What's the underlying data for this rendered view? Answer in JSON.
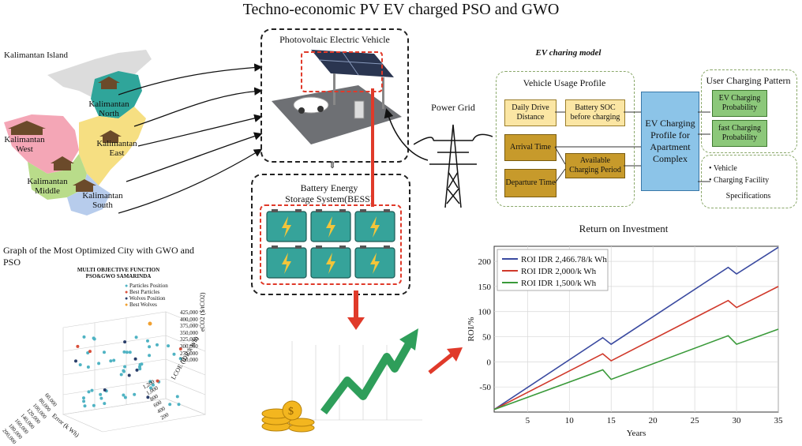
{
  "title": "Techno-economic PV EV charged PSO and GWO",
  "map": {
    "island_label": "Kalimantan    Island",
    "regions": [
      "Kalimantan North",
      "Kalimantan West",
      "Kalimantan East",
      "Kalimantan Middle",
      "Kalimantan South"
    ],
    "colors": {
      "north": "#2fa59a",
      "west": "#f4a6b6",
      "east": "#f6df82",
      "middle": "#b9dc8a",
      "south": "#b7ccec",
      "rest": "#dcdcdc"
    }
  },
  "pv_ev": {
    "label": "Photovoltaic Electric Vehicle"
  },
  "bess": {
    "label_line1": "Battery Energy",
    "label_line2": "Storage System(BESS)",
    "cells": 6
  },
  "power_grid": {
    "label": "Power Grid"
  },
  "ev_model": {
    "title": "EV charing model",
    "vehicle_usage_profile": "Vehicle Usage Profile",
    "daily_drive": "Daily Drive Distance",
    "battery_soc": "Battery SOC before charging",
    "arrival_time": "Arrival Time",
    "departure_time": "Departure Time",
    "available_period": "Available Charging Period",
    "ev_profile": "EV Charging Profile for Apartment Complex",
    "user_pattern": "User Charging Pattern",
    "ev_prob": "EV Charging Probability",
    "fast_prob": "fast Charging Probability",
    "spec_item1": "Vehicle",
    "spec_item2": "Charging Facility",
    "spec_title": "Specifications"
  },
  "optimized": {
    "heading_line1": "Graph of the Most Optimized City with GWO and",
    "heading_line2": "PSO",
    "plot_title_line1": "MULTI OBJECTIVE FUNCTION",
    "plot_title_line2": "PSO&GWO SAMARINDA",
    "legend": [
      "Particles Position",
      "Best Particles",
      "Wolves Position",
      "Best Wolves"
    ],
    "legend_colors": [
      "#4fb3c3",
      "#d94f3a",
      "#2b3f6b",
      "#f0a030"
    ],
    "z_ticks": [
      "425,000",
      "400,000",
      "375,000",
      "350,000",
      "325,000",
      "300,000",
      "275,000",
      "250,000"
    ],
    "z_label": "eCO2 ($/tCO2)",
    "y_ticks": [
      "1,200",
      "1,000",
      "800",
      "600",
      "400",
      "200"
    ],
    "y_label": "LCOE (IDR/k Wh)",
    "x_ticks": [
      "60,000",
      "80,000",
      "100,000",
      "120,000",
      "140,000",
      "160,000",
      "180,000",
      "200,000"
    ],
    "x_label": "Error (k Wh)"
  },
  "chart_data": {
    "type": "line",
    "title": "Return on Investment",
    "xlabel": "Years",
    "ylabel": "ROI/%",
    "xlim": [
      1,
      35
    ],
    "ylim": [
      -100,
      230
    ],
    "xticks": [
      5,
      10,
      15,
      20,
      25,
      30,
      35
    ],
    "yticks": [
      -50,
      0,
      50,
      100,
      150,
      200
    ],
    "grid": true,
    "legend_position": "top-left",
    "x": [
      1,
      14,
      15,
      29,
      30,
      35
    ],
    "series": [
      {
        "name": "ROI IDR 2,466.78/k Wh",
        "color": "#3a4aa0",
        "values": [
          -95,
          48,
          35,
          188,
          175,
          228
        ]
      },
      {
        "name": "ROI IDR 2,000/k Wh",
        "color": "#d0392b",
        "values": [
          -95,
          16,
          2,
          122,
          108,
          150
        ]
      },
      {
        "name": "ROI IDR 1,500/k Wh",
        "color": "#3a9a3a",
        "values": [
          -95,
          -16,
          -35,
          52,
          35,
          65
        ]
      }
    ]
  }
}
